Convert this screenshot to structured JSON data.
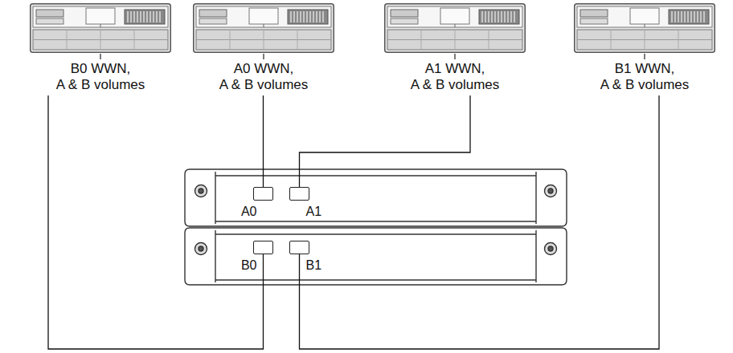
{
  "diagram": {
    "nodes": [
      {
        "text": [
          "B0 WWN, A & B volumes"
        ]
      },
      {
        "text": [
          "A0 WWN, A & B volumes"
        ]
      },
      {
        "text": [
          "A1 WWN, A & B volumes"
        ]
      },
      {
        "text": [
          "B1 WWN, A & B volumes"
        ]
      },
      {
        "text": [
          "A0"
        ]
      },
      {
        "text": [
          "A1"
        ]
      },
      {
        "text": [
          "B0"
        ]
      },
      {
        "text": [
          "B1"
        ]
      }
    ],
    "edges": [
      {
        "from": 0,
        "to": 6,
        "arrow": "none"
      },
      {
        "from": 1,
        "to": 4,
        "arrow": "none"
      },
      {
        "from": 2,
        "to": 5,
        "arrow": "none"
      },
      {
        "from": 3,
        "to": 7,
        "arrow": "none"
      }
    ]
  }
}
